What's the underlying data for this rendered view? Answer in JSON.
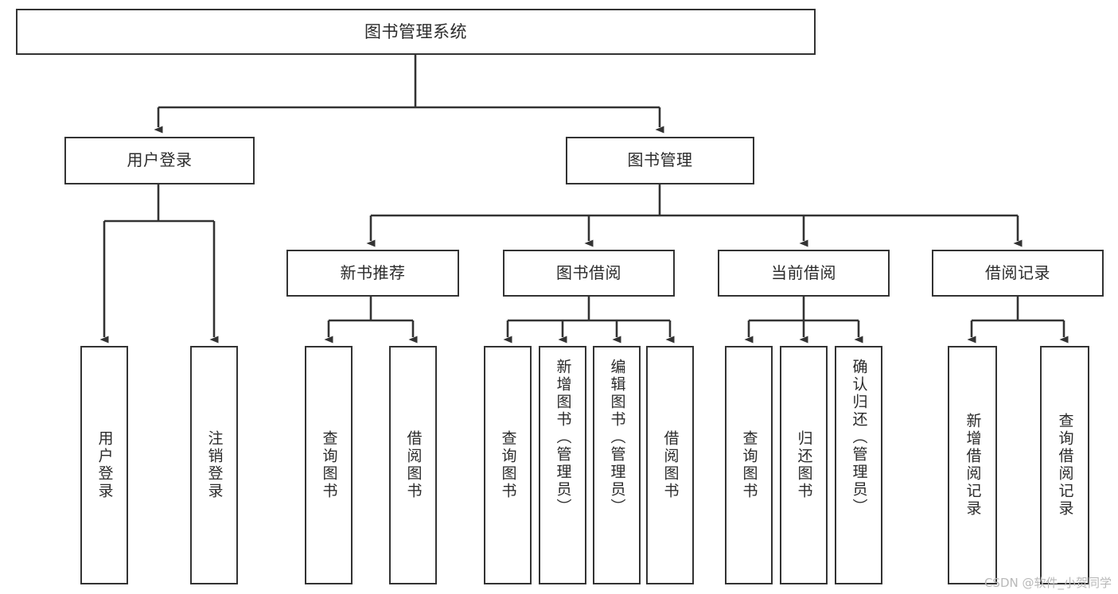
{
  "diagram": {
    "type": "tree",
    "title": "图书管理系统",
    "orientation": "top-down",
    "edge_color": "#333333",
    "node_border_color": "#333333",
    "node_fill_color": "#ffffff",
    "text_color": "#2b2b2b",
    "watermark": "CSDN @软件_小贺同学"
  },
  "nodes": {
    "root": {
      "label": "图书管理系统"
    },
    "level2": [
      {
        "label": "用户登录"
      },
      {
        "label": "图书管理"
      }
    ],
    "level3": [
      {
        "label": "新书推荐"
      },
      {
        "label": "图书借阅"
      },
      {
        "label": "当前借阅"
      },
      {
        "label": "借阅记录"
      }
    ],
    "leaves": {
      "user_login": [
        {
          "label": "用户登录"
        },
        {
          "label": "注销登录"
        }
      ],
      "new_book_recommend": [
        {
          "label": "查询图书"
        },
        {
          "label": "借阅图书"
        }
      ],
      "book_borrow": [
        {
          "label": "查询图书"
        },
        {
          "label": "新增图书（管理员）"
        },
        {
          "label": "编辑图书（管理员）"
        },
        {
          "label": "借阅图书"
        }
      ],
      "current_borrow": [
        {
          "label": "查询图书"
        },
        {
          "label": "归还图书"
        },
        {
          "label": "确认归还（管理员）"
        }
      ],
      "borrow_record": [
        {
          "label": "新增借阅记录"
        },
        {
          "label": "查询借阅记录"
        }
      ]
    }
  }
}
